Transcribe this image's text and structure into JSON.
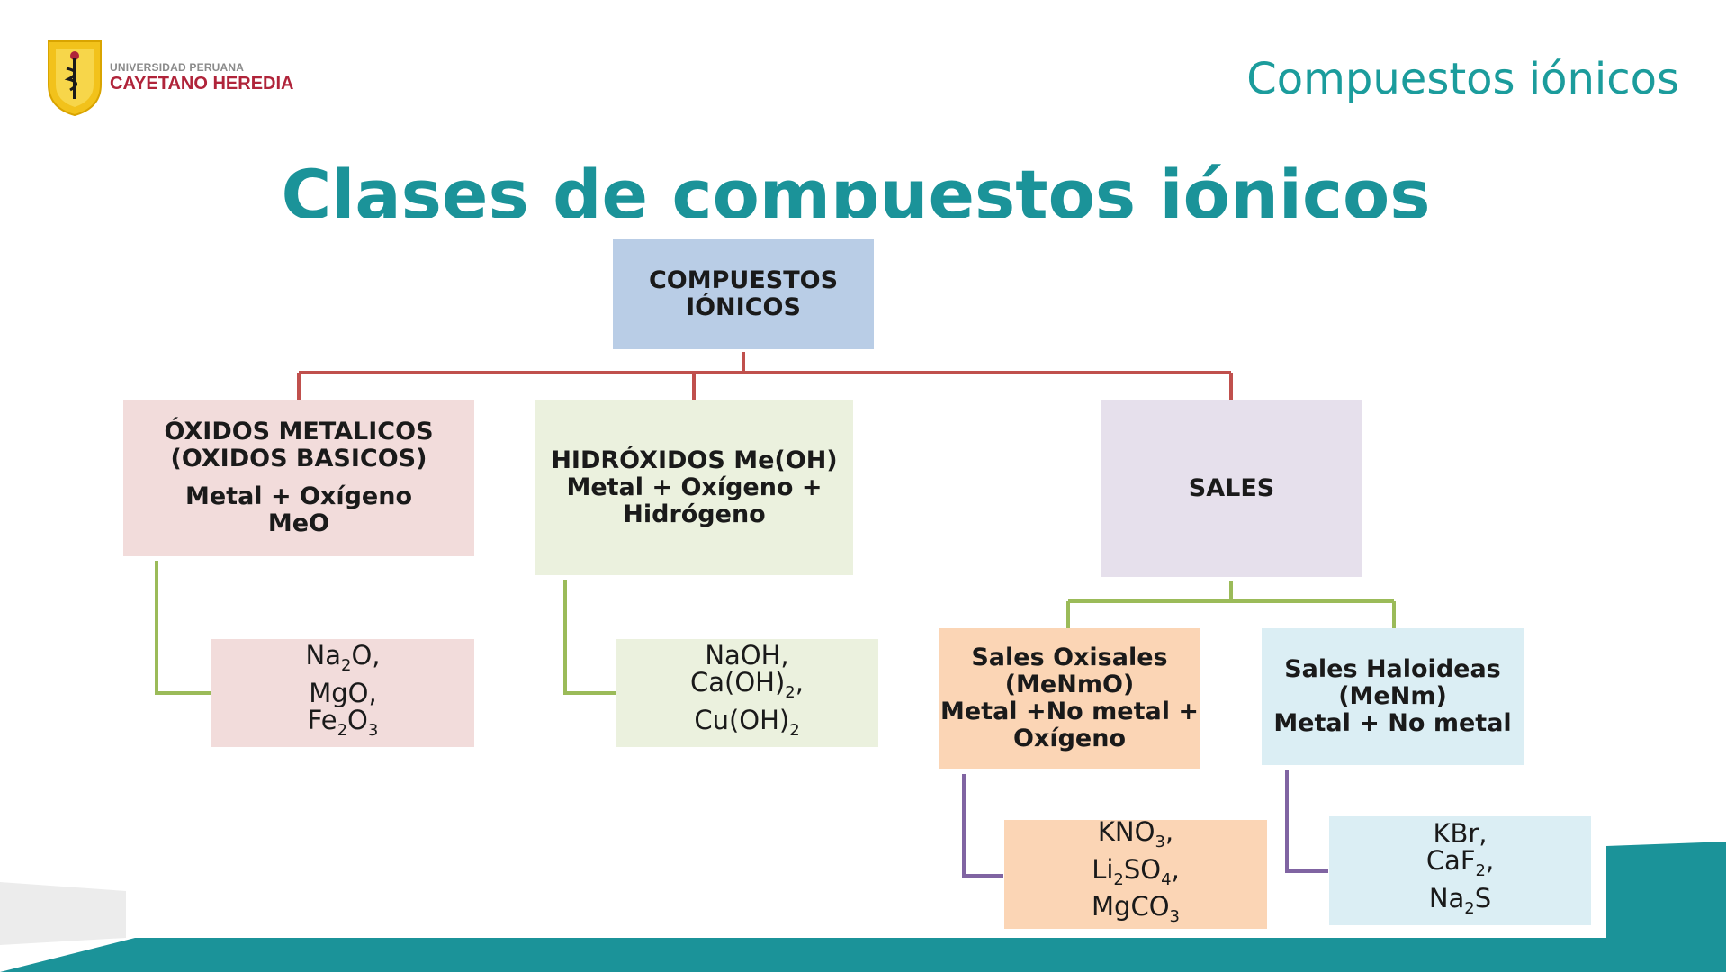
{
  "header": {
    "logo_small": "UNIVERSIDAD PERUANA",
    "logo_main": "CAYETANO HEREDIA",
    "slide_title": "Compuestos iónicos"
  },
  "main_title": "Clases de compuestos iónicos",
  "colors": {
    "teal": "#1b9c9c",
    "red_line": "#c0504d",
    "green_line": "#9bbb59",
    "purple_line": "#8064a2",
    "root_fill": "#b9cde6",
    "oxidos_fill": "#f2dcdb",
    "hidroxidos_fill": "#ebf1de",
    "sales_fill": "#e6e0ec",
    "oxisales_fill": "#fbd5b5",
    "haloideas_fill": "#dbeef4"
  },
  "diagram": {
    "root": {
      "lines": [
        "COMPUESTOS",
        "IÓNICOS"
      ]
    },
    "oxidos": {
      "lines": [
        "ÓXIDOS METALICOS",
        "(OXIDOS BASICOS)",
        "Metal + Oxígeno",
        "MeO"
      ]
    },
    "oxidos_examples": {
      "lines": [
        "Na2O,",
        "MgO,",
        "Fe2O3"
      ]
    },
    "hidroxidos": {
      "lines": [
        "HIDRÓXIDOS Me(OH)",
        "Metal + Oxígeno +",
        "Hidrógeno"
      ]
    },
    "hidroxidos_examples": {
      "lines": [
        "NaOH,",
        "Ca(OH)2,",
        "Cu(OH)2"
      ]
    },
    "sales": {
      "lines": [
        "SALES"
      ]
    },
    "oxisales": {
      "lines": [
        "Sales Oxisales",
        "(MeNmO)",
        "Metal +No metal +",
        "Oxígeno"
      ]
    },
    "oxisales_examples": {
      "lines": [
        "KNO3,",
        "Li2SO4,",
        "MgCO3"
      ]
    },
    "haloideas": {
      "lines": [
        "Sales Haloideas",
        "(MeNm)",
        "Metal + No metal"
      ]
    },
    "haloideas_examples": {
      "lines": [
        "KBr,",
        "CaF2,",
        "Na2S"
      ]
    }
  }
}
